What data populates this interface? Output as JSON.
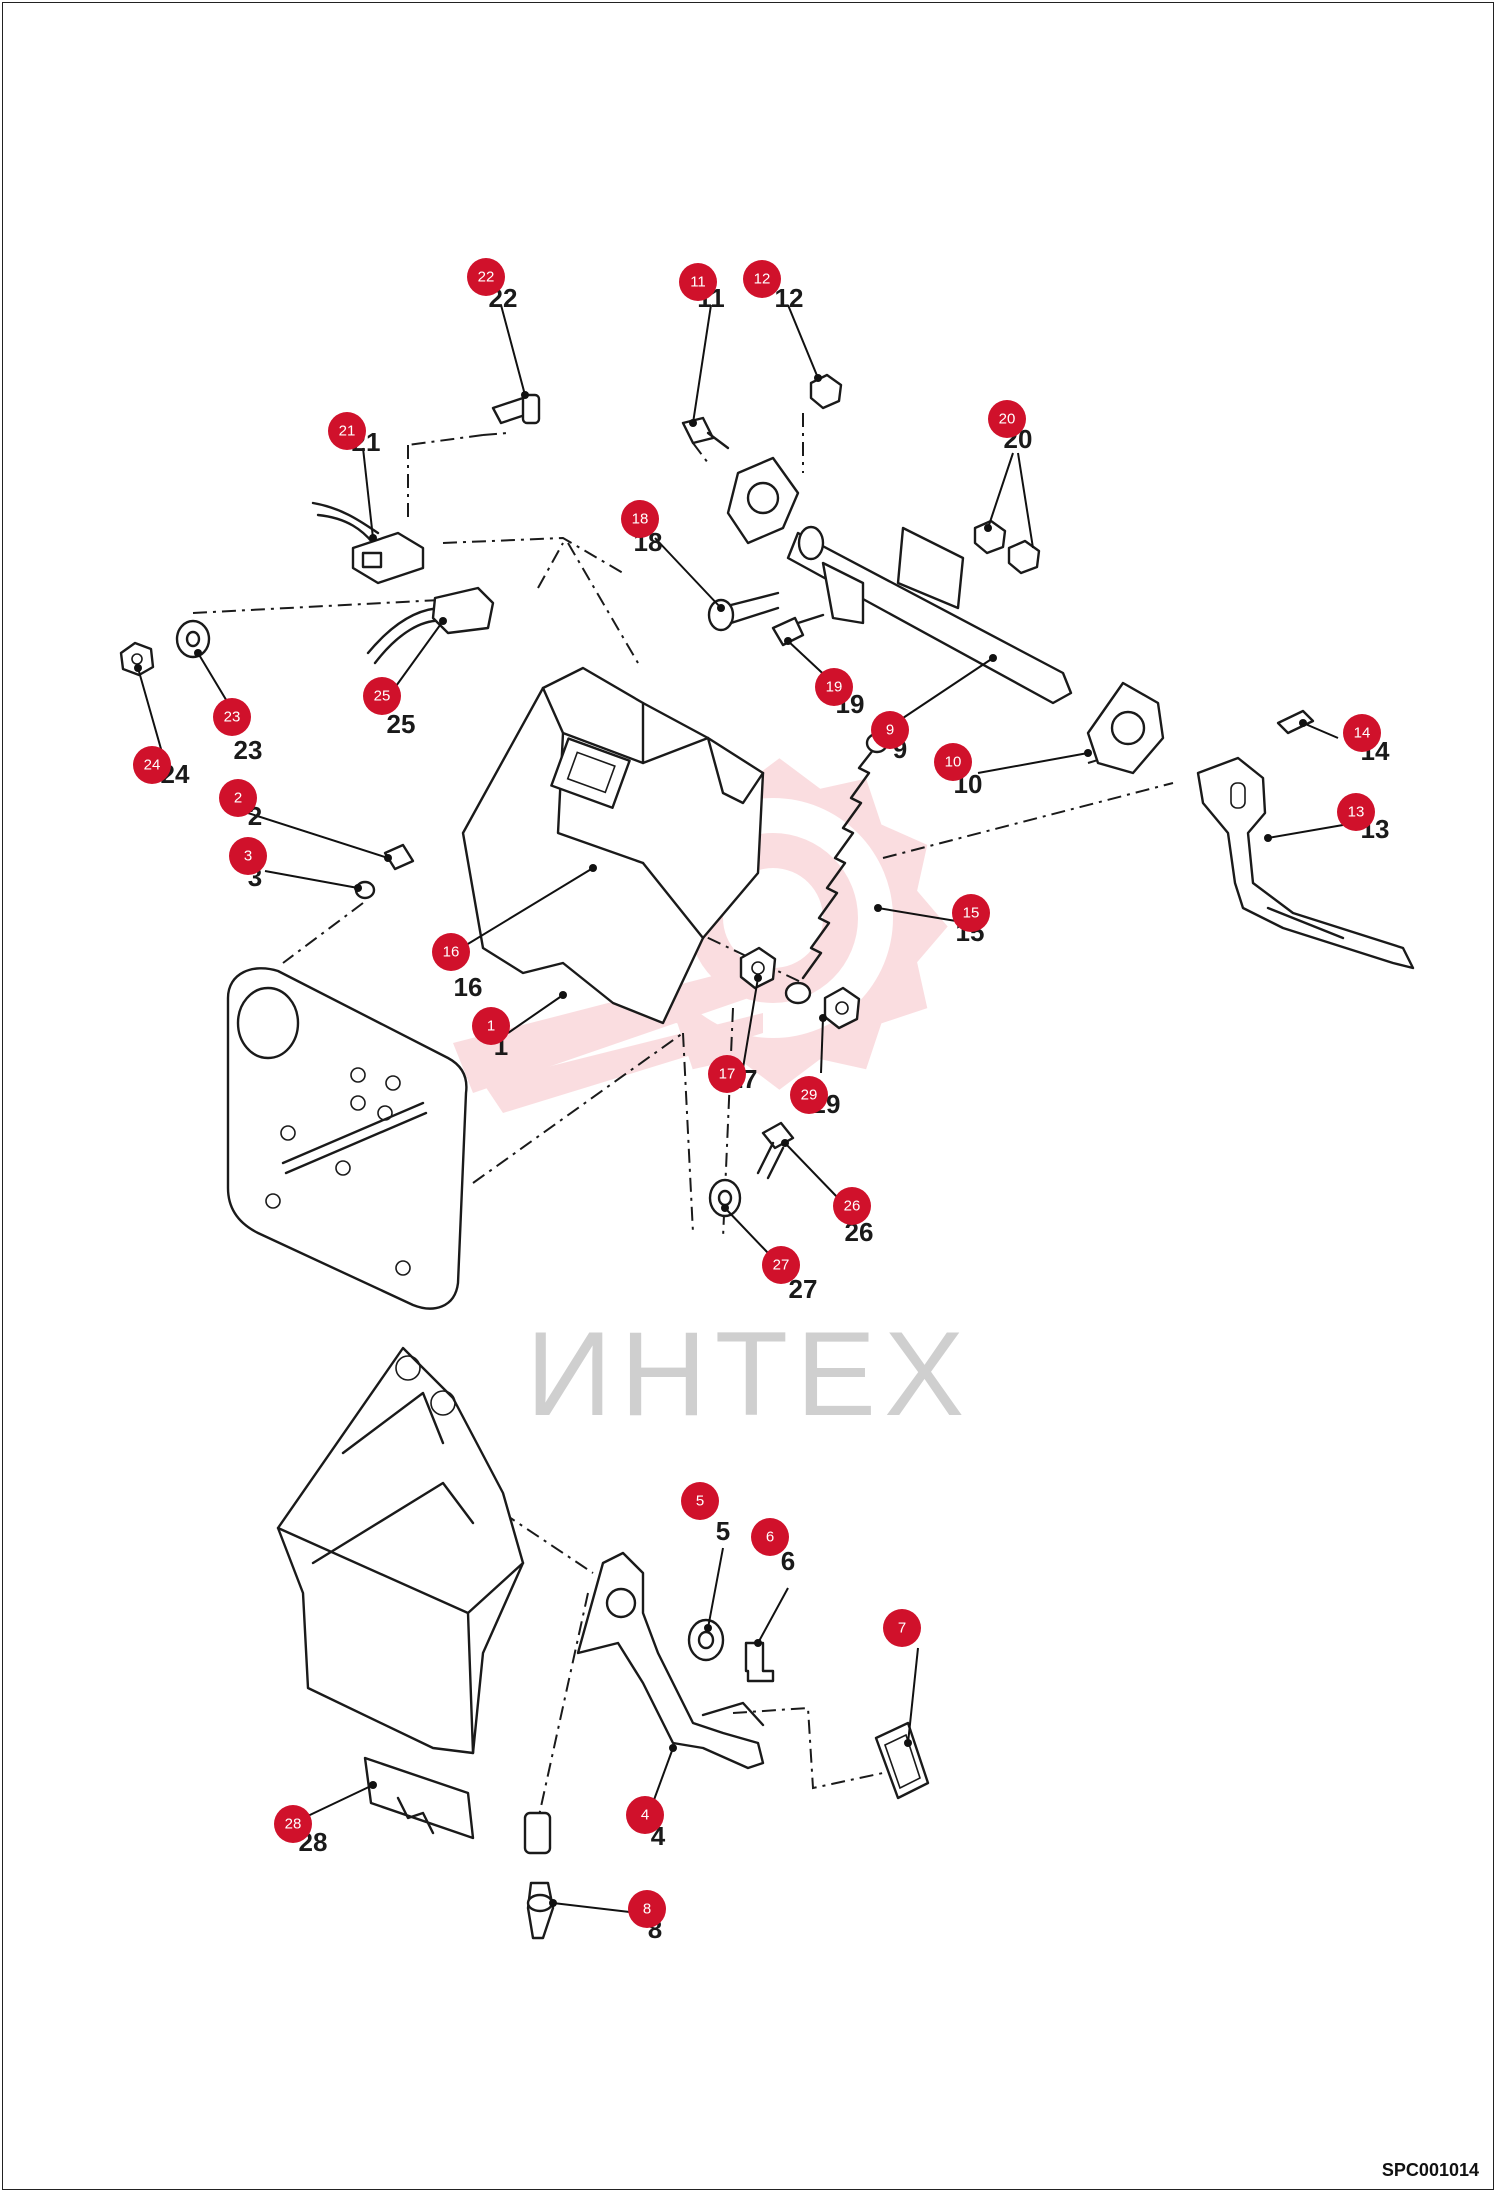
{
  "watermark": {
    "text": "ИНТЕХ",
    "color": "#f2a0a8"
  },
  "document_code": "SPC001014",
  "callout_color": "#d0112b",
  "callouts": [
    {
      "id": "22",
      "label": "22"
    },
    {
      "id": "11",
      "label": "11"
    },
    {
      "id": "12",
      "label": "12"
    },
    {
      "id": "21",
      "label": "21"
    },
    {
      "id": "20",
      "label": "20"
    },
    {
      "id": "18",
      "label": "18"
    },
    {
      "id": "24",
      "label": "24"
    },
    {
      "id": "23",
      "label": "23"
    },
    {
      "id": "25",
      "label": "25"
    },
    {
      "id": "19",
      "label": "19"
    },
    {
      "id": "9",
      "label": "9"
    },
    {
      "id": "10",
      "label": "10"
    },
    {
      "id": "14",
      "label": "14"
    },
    {
      "id": "13",
      "label": "13"
    },
    {
      "id": "2",
      "label": "2"
    },
    {
      "id": "3",
      "label": "3"
    },
    {
      "id": "15",
      "label": "15"
    },
    {
      "id": "16",
      "label": "16"
    },
    {
      "id": "1",
      "label": "1"
    },
    {
      "id": "17",
      "label": "17"
    },
    {
      "id": "29",
      "label": "29"
    },
    {
      "id": "26",
      "label": "26"
    },
    {
      "id": "27",
      "label": "27"
    },
    {
      "id": "5",
      "label": "5"
    },
    {
      "id": "6",
      "label": "6"
    },
    {
      "id": "7",
      "label": "7"
    },
    {
      "id": "28",
      "label": "28"
    },
    {
      "id": "4",
      "label": "4"
    },
    {
      "id": "8",
      "label": "8"
    }
  ]
}
